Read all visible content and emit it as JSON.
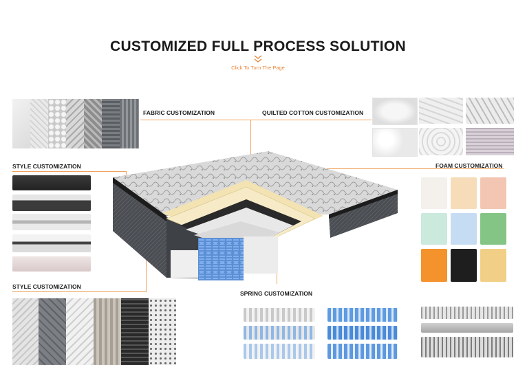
{
  "header": {
    "title": "CUSTOMIZED FULL PROCESS SOLUTION",
    "subtitle": "Click To Turn The Page"
  },
  "labels": {
    "fabric": "FABRIC CUSTOMIZATION",
    "quilted": "QUILTED COTTON CUSTOMIZATION",
    "style_top": "STYLE CUSTOMIZATION",
    "foam": "FOAM CUSTOMIZATION",
    "style_bottom": "STYLE CUSTOMIZATION",
    "spring": "SPRING CUSTOMIZATION"
  },
  "colors": {
    "accent": "#f0a35e",
    "foam_swatches": [
      "#f4f1ec",
      "#f6dcb8",
      "#f3c6b3",
      "#cbe9dd",
      "#c6dcf3",
      "#84c585",
      "#f4922c",
      "#1e1e1e",
      "#f1cf86"
    ]
  }
}
